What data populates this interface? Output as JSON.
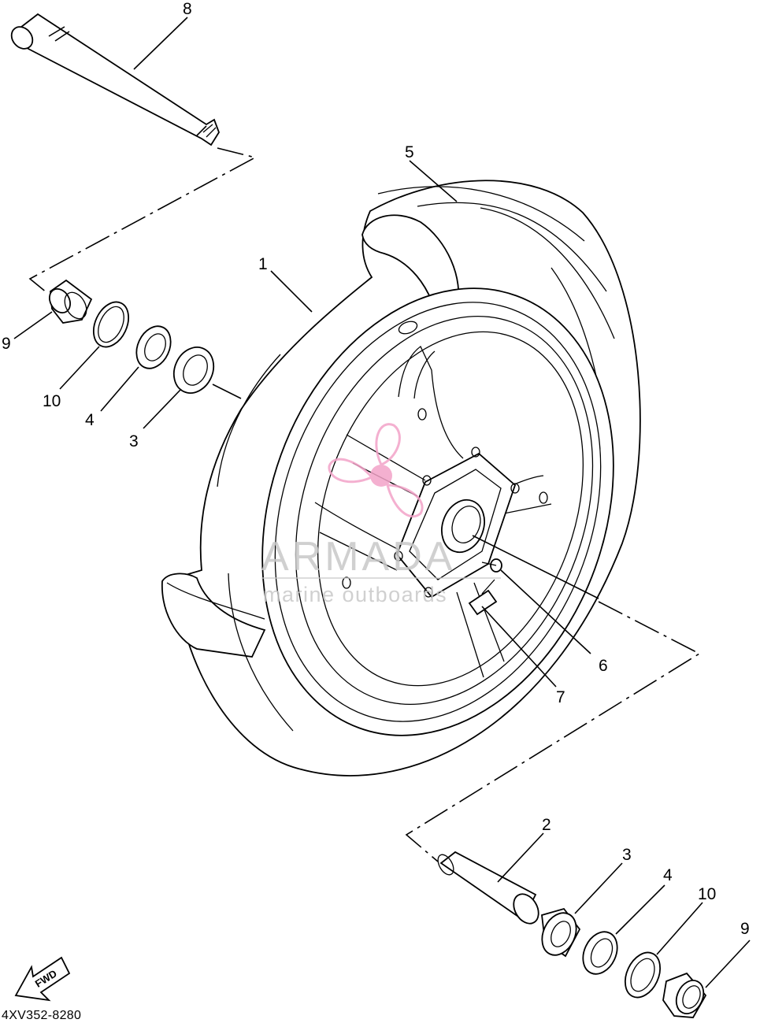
{
  "callouts": {
    "axle_8": "8",
    "tire_5": "5",
    "wheel_1": "1",
    "collar_9_left": "9",
    "seal_10_left": "10",
    "bearing_4_left": "4",
    "bearing_3_left": "3",
    "bolt_6": "6",
    "valve_7": "7",
    "spacer_2": "2",
    "bearing_3_right": "3",
    "bearing_4_right": "4",
    "seal_10_right": "10",
    "collar_9_right": "9"
  },
  "fwd_label": "FWD",
  "diagram_code": "4XV352-8280",
  "watermark": {
    "brand": "ARMADA",
    "tagline": "marine outboards",
    "logo_color": "#f3a3c8",
    "text_color": "#c8c8c8"
  }
}
